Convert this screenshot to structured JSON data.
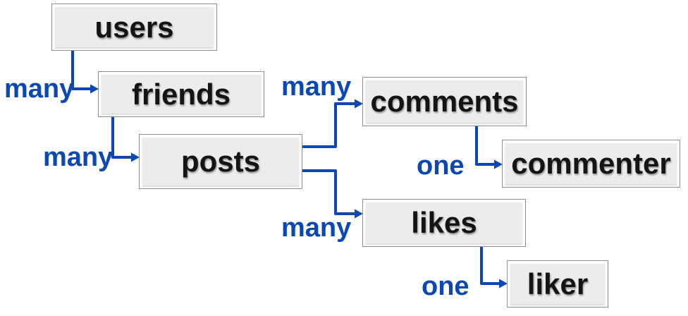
{
  "diagram": {
    "description": "Entity relationship tree diagram",
    "nodes": {
      "users": {
        "label": "users"
      },
      "friends": {
        "label": "friends"
      },
      "posts": {
        "label": "posts"
      },
      "comments": {
        "label": "comments"
      },
      "commenter": {
        "label": "commenter"
      },
      "likes": {
        "label": "likes"
      },
      "liker": {
        "label": "liker"
      }
    },
    "edges": [
      {
        "from": "users",
        "to": "friends",
        "cardinality": "many"
      },
      {
        "from": "friends",
        "to": "posts",
        "cardinality": "many"
      },
      {
        "from": "posts",
        "to": "comments",
        "cardinality": "many"
      },
      {
        "from": "posts",
        "to": "likes",
        "cardinality": "many"
      },
      {
        "from": "comments",
        "to": "commenter",
        "cardinality": "one"
      },
      {
        "from": "likes",
        "to": "liker",
        "cardinality": "one"
      }
    ],
    "colors": {
      "connector_blue": "#0b48b4",
      "node_fill": "#ececec",
      "node_border": "#8f8f8f",
      "node_text": "#141414",
      "background": "#ffffff"
    }
  }
}
